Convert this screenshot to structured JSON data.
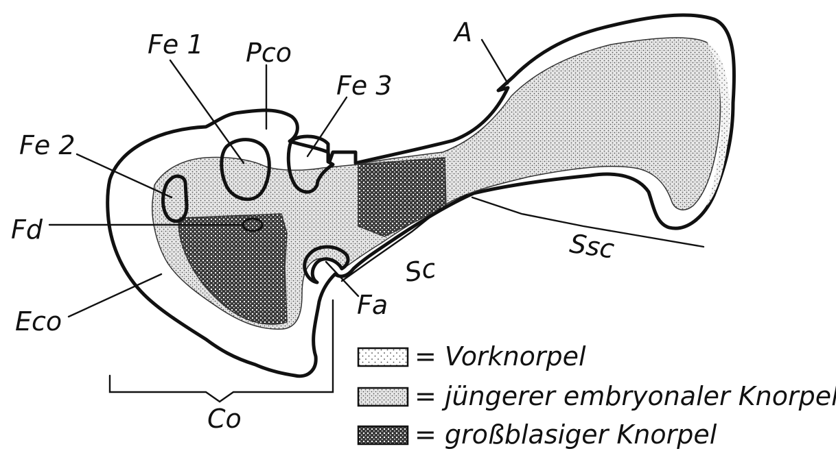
{
  "labels": {
    "fe1": "Fe 1",
    "pco": "Pco",
    "fe3": "Fe 3",
    "a": "A",
    "fe2": "Fe 2",
    "fd": "Fd",
    "eco": "Eco",
    "fa": "Fa",
    "sc": "Sc",
    "ssc": "Ssc",
    "co": "Co"
  },
  "legend": [
    {
      "pattern": "vorknorpel",
      "text": "= Vorknorpel"
    },
    {
      "pattern": "juengerer",
      "text": "= jüngerer embryonaler Knorpel"
    },
    {
      "pattern": "grossblasig",
      "text": "= großblasiger Knorpel"
    }
  ]
}
